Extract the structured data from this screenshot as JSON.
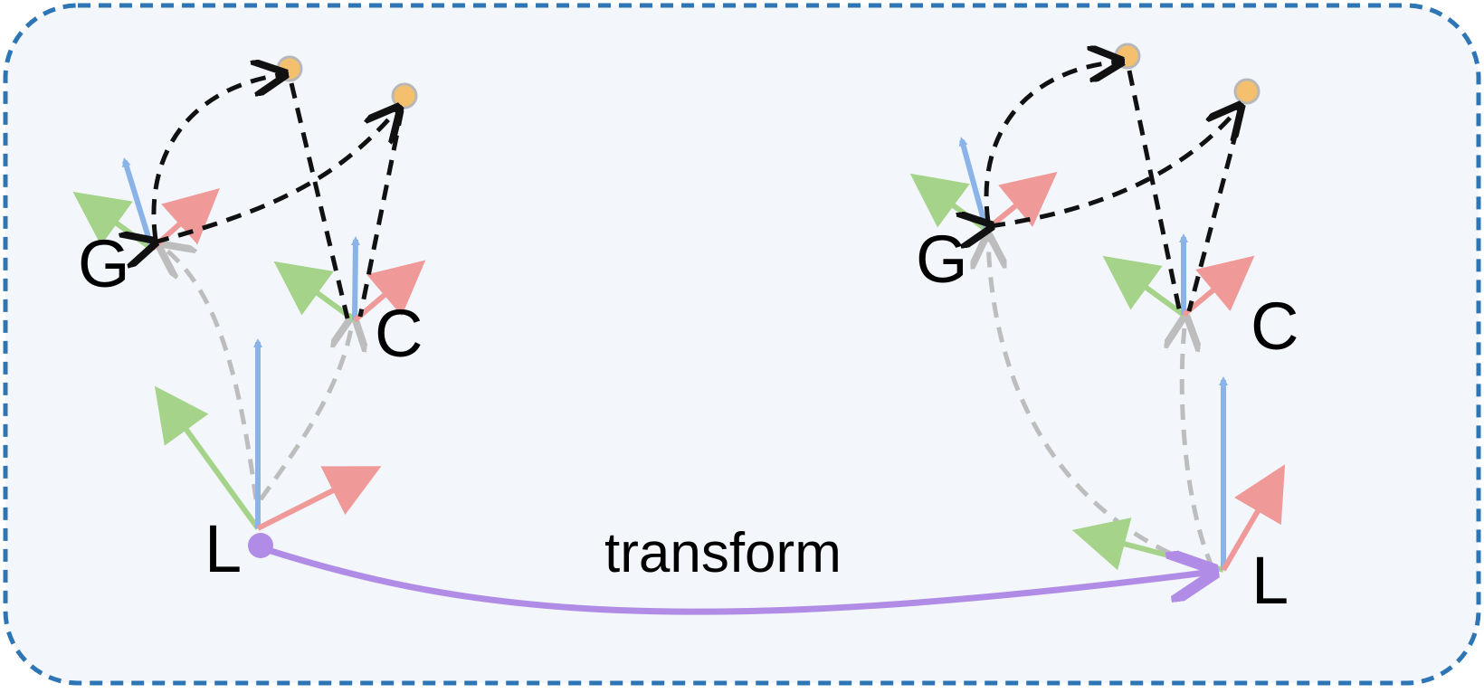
{
  "labels": {
    "left_G": "G",
    "left_C": "C",
    "left_L": "L",
    "right_G": "G",
    "right_C": "C",
    "right_L": "L",
    "transform": "transform"
  },
  "colors": {
    "panel_fill": "#f3f6fb",
    "panel_border": "#2e75b6",
    "axis_blue": "#8ab4e8",
    "axis_red": "#ef9a98",
    "axis_green": "#a5d38a",
    "dashed_black": "#111111",
    "dashed_gray": "#bdbdbd",
    "target_dot": "#f5c06d",
    "target_dot_stroke": "#b8b8b8",
    "transform_arrow": "#b18ce6"
  }
}
